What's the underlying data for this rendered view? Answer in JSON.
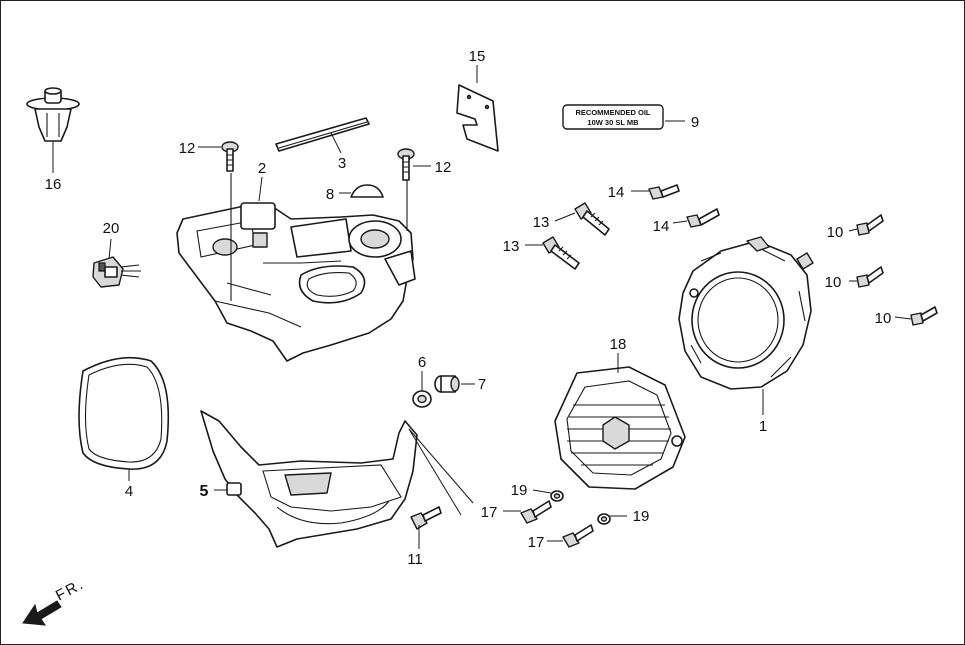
{
  "callouts": {
    "c1": "1",
    "c2": "2",
    "c3": "3",
    "c4": "4",
    "c5": "5",
    "c6": "6",
    "c7": "7",
    "c8": "8",
    "c9": "9",
    "c10a": "10",
    "c10b": "10",
    "c10c": "10",
    "c11": "11",
    "c12a": "12",
    "c12b": "12",
    "c13a": "13",
    "c13b": "13",
    "c14a": "14",
    "c14b": "14",
    "c15": "15",
    "c16": "16",
    "c17a": "17",
    "c17b": "17",
    "c18": "18",
    "c19a": "19",
    "c19b": "19",
    "c20": "20"
  },
  "oil_label": {
    "line1": "RECOMMENDED OIL",
    "line2": "10W 30 SL MB"
  },
  "direction": {
    "text": "FR."
  },
  "colors": {
    "ink": "#1a1a1a",
    "shade": "#d9d9d9"
  }
}
